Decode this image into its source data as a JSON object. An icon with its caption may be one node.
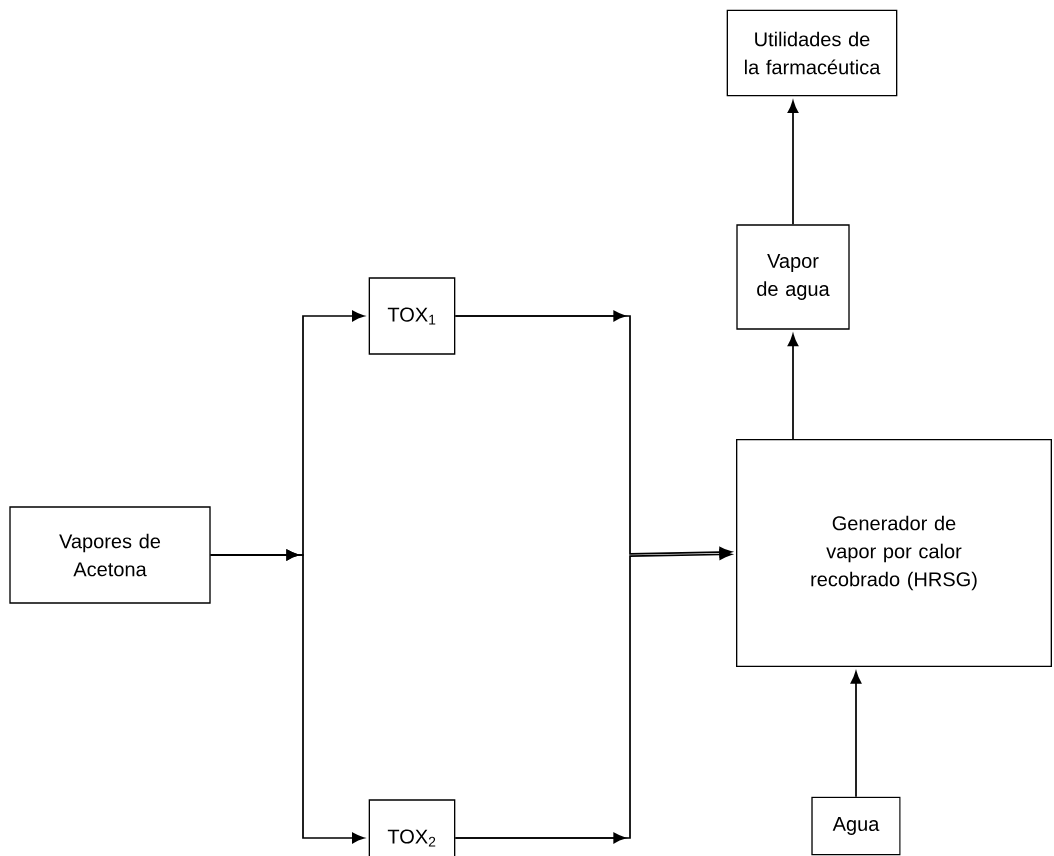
{
  "diagram": {
    "nodes": [
      {
        "text": [
          "Vapores de Acetona"
        ]
      },
      {
        "text": [
          "TOX$_{1}$"
        ]
      },
      {
        "text": [
          "TOX$_{2}$"
        ]
      },
      {
        "text": [
          "Generador de vapor por calor recobrado (HRSG)"
        ]
      },
      {
        "text": [
          "Vapor de agua"
        ]
      },
      {
        "text": [
          "Utilidades de la farmacéutica"
        ]
      },
      {
        "text": [
          "Agua"
        ]
      }
    ],
    "edges": [
      {
        "from": 0,
        "to": 1,
        "arrow": "to"
      },
      {
        "from": 0,
        "to": 2,
        "arrow": "to"
      },
      {
        "from": 1,
        "to": 3,
        "arrow": "to"
      },
      {
        "from": 2,
        "to": 3,
        "arrow": "to"
      },
      {
        "from": 6,
        "to": 3,
        "arrow": "to"
      },
      {
        "from": 3,
        "to": 4,
        "arrow": "to"
      },
      {
        "from": 4,
        "to": 5,
        "arrow": "to"
      }
    ]
  }
}
